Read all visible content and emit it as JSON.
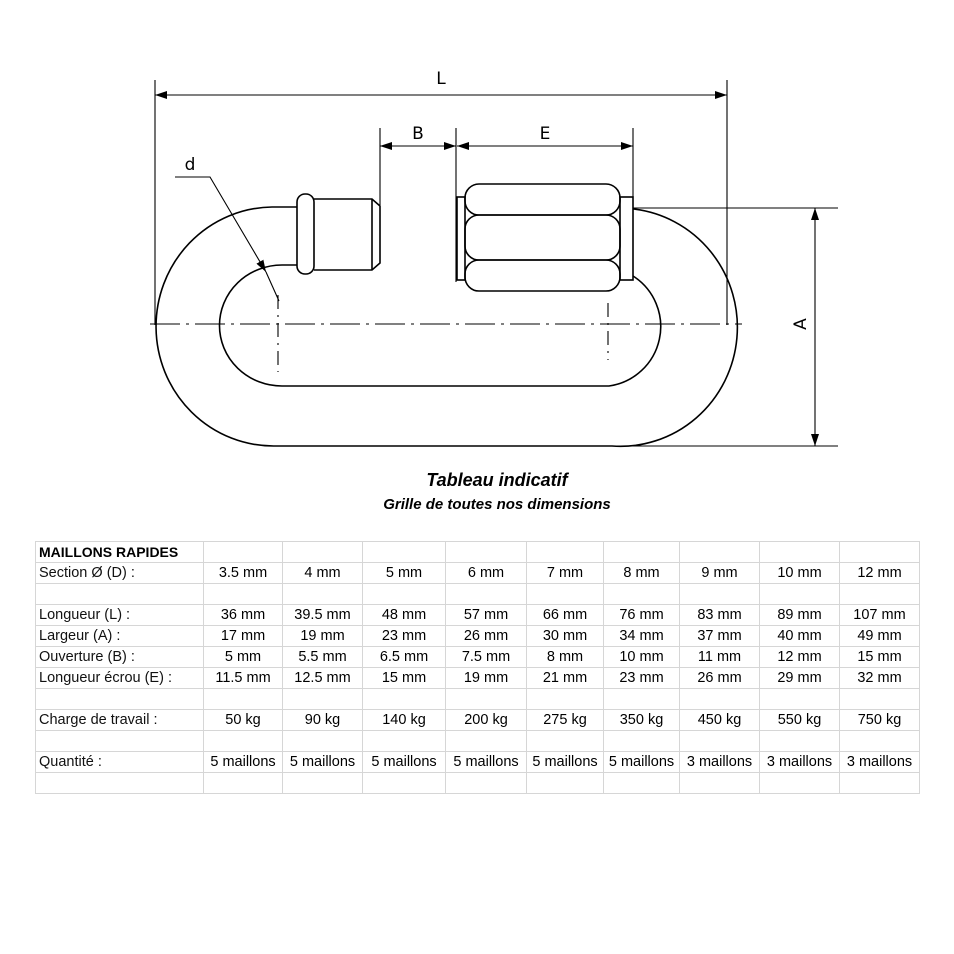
{
  "drawing": {
    "labels": {
      "L": "L",
      "B": "B",
      "E": "E",
      "A": "A",
      "d": "d"
    }
  },
  "titles": {
    "main": "Tableau indicatif",
    "sub": "Grille de toutes nos dimensions"
  },
  "table": {
    "header": "MAILLONS RAPIDES",
    "rows": [
      {
        "label": "Section Ø (D) :",
        "values": [
          "3.5 mm",
          "4 mm",
          "5 mm",
          "6 mm",
          "7 mm",
          "8 mm",
          "9 mm",
          "10 mm",
          "12 mm"
        ]
      },
      {
        "label": "",
        "values": []
      },
      {
        "label": "Longueur (L) :",
        "values": [
          "36 mm",
          "39.5 mm",
          "48 mm",
          "57 mm",
          "66 mm",
          "76 mm",
          "83 mm",
          "89 mm",
          "107 mm"
        ]
      },
      {
        "label": "Largeur (A) :",
        "values": [
          "17 mm",
          "19 mm",
          "23 mm",
          "26 mm",
          "30 mm",
          "34 mm",
          "37 mm",
          "40 mm",
          "49 mm"
        ]
      },
      {
        "label": "Ouverture (B) :",
        "values": [
          "5 mm",
          "5.5 mm",
          "6.5 mm",
          "7.5 mm",
          "8 mm",
          "10 mm",
          "11 mm",
          "12 mm",
          "15 mm"
        ]
      },
      {
        "label": "Longueur écrou (E) :",
        "values": [
          "11.5 mm",
          "12.5 mm",
          "15 mm",
          "19 mm",
          "21 mm",
          "23 mm",
          "26 mm",
          "29 mm",
          "32 mm"
        ]
      },
      {
        "label": "",
        "values": []
      },
      {
        "label": "Charge de travail :",
        "values": [
          "50 kg",
          "90 kg",
          "140 kg",
          "200 kg",
          "275 kg",
          "350 kg",
          "450 kg",
          "550 kg",
          "750 kg"
        ]
      },
      {
        "label": "",
        "values": []
      },
      {
        "label": "Quantité :",
        "values": [
          "5 maillons",
          "5 maillons",
          "5 maillons",
          "5 maillons",
          "5 maillons",
          "5 maillons",
          "3 maillons",
          "3 maillons",
          "3 maillons"
        ]
      },
      {
        "label": "",
        "values": []
      }
    ]
  }
}
